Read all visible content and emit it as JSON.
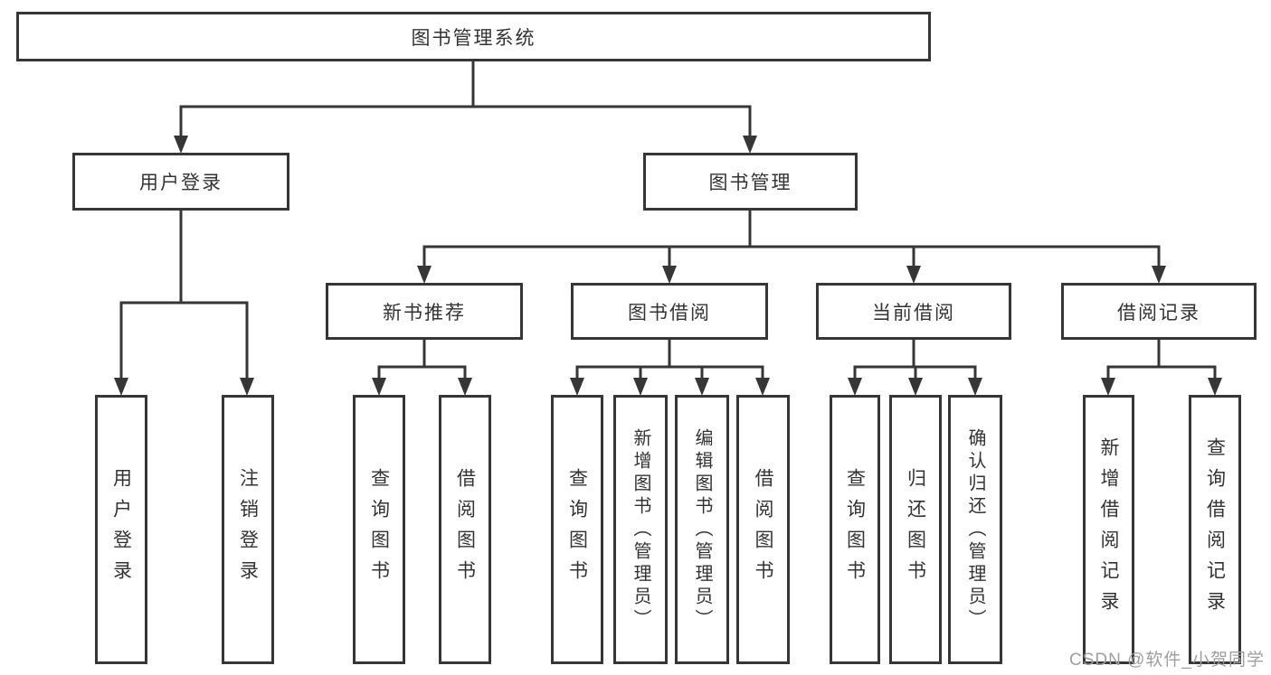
{
  "diagram": {
    "root": {
      "label": "图书管理系统"
    },
    "user_branch": {
      "label": "用户登录",
      "children": [
        {
          "label": "用户登录"
        },
        {
          "label": "注销登录"
        }
      ]
    },
    "book_branch": {
      "label": "图书管理",
      "groups": [
        {
          "label": "新书推荐",
          "children": [
            {
              "label": "查询图书"
            },
            {
              "label": "借阅图书"
            }
          ]
        },
        {
          "label": "图书借阅",
          "children": [
            {
              "label": "查询图书"
            },
            {
              "label": "新增图书（管理员）"
            },
            {
              "label": "编辑图书（管理员）"
            },
            {
              "label": "借阅图书"
            }
          ]
        },
        {
          "label": "当前借阅",
          "children": [
            {
              "label": "查询图书"
            },
            {
              "label": "归还图书"
            },
            {
              "label": "确认归还（管理员）"
            }
          ]
        },
        {
          "label": "借阅记录",
          "children": [
            {
              "label": "新增借阅记录"
            },
            {
              "label": "查询借阅记录"
            }
          ]
        }
      ]
    }
  },
  "watermark": {
    "text": "CSDN @软件_小贺同学"
  },
  "colors": {
    "line": "#363636",
    "text": "#333333",
    "watermark": "#9e9e9e",
    "background": "#ffffff"
  }
}
